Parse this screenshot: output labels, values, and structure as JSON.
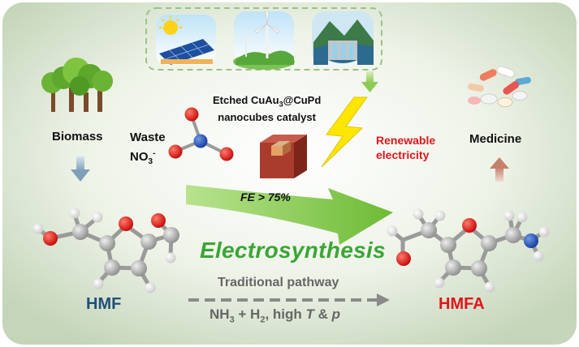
{
  "labels": {
    "biomass": "Biomass",
    "waste_line1": "Waste",
    "waste_line2_main": "NO",
    "waste_line2_sub": "3",
    "waste_line2_sup": "-",
    "catalyst_line1_a": "Etched CuAu",
    "catalyst_line1_sub": "3",
    "catalyst_line1_b": "@CuPd",
    "catalyst_line2": "nanocubes catalyst",
    "renewable_line1": "Renewable",
    "renewable_line2": "electricity",
    "medicine": "Medicine",
    "fe": "FE > 75%",
    "electrosynthesis": "Electrosynthesis",
    "traditional": "Traditional pathway",
    "cond_nh": "NH",
    "cond_nh_sub": "3",
    "cond_h": " + H",
    "cond_h_sub": "2",
    "cond_rest": ", high ",
    "cond_t": "T",
    "cond_amp": " & ",
    "cond_p": "p",
    "hmf": "HMF",
    "hmfa": "HMFA"
  },
  "colors": {
    "background": "#ffffff",
    "panel_center": "#ffffff",
    "panel_edge": "#c7d7bd",
    "green_arrow": "#8fd05a",
    "electrosynthesis_text": "#3aa635",
    "renewable_text": "#e0151b",
    "hmf_text": "#1f4e79",
    "hmfa_text": "#e0151b",
    "carbon": "#a8a8a8",
    "oxygen": "#e01010",
    "nitrogen": "#1f4fb0",
    "hydrogen": "#ffffff",
    "lightning": "#ffe600"
  },
  "icons": [
    "solar-panel-icon",
    "wind-turbine-icon",
    "hydropower-dam-icon",
    "trees-icon",
    "nitrate-molecule-icon",
    "nanocube-icon",
    "lightning-icon",
    "pills-icon",
    "hmf-molecule-icon",
    "hmfa-molecule-icon"
  ]
}
